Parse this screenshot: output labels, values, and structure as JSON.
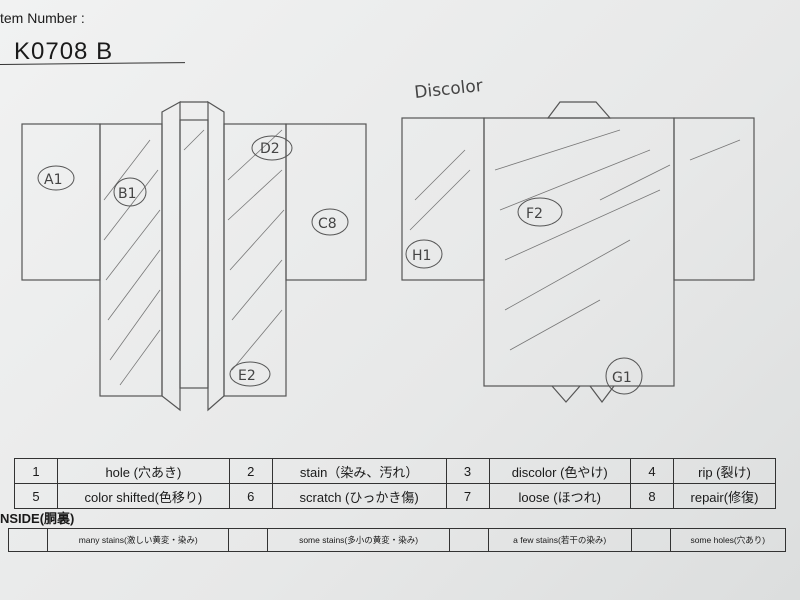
{
  "header": {
    "item_number_label": "tem Number :",
    "item_number_value": "K0708   B"
  },
  "annotations": {
    "discolor_note": "Discolor",
    "front": {
      "a1": "A1",
      "b1": "B1",
      "d2": "D2",
      "c8": "C8",
      "e2": "E2"
    },
    "back": {
      "h1": "H1",
      "f2": "F2",
      "g1": "G1"
    }
  },
  "legend": {
    "rows": [
      [
        {
          "num": "1",
          "label": "hole (穴あき)"
        },
        {
          "num": "2",
          "label": "stain（染み、汚れ）"
        },
        {
          "num": "3",
          "label": "discolor (色やけ)"
        },
        {
          "num": "4",
          "label": "rip (裂け)"
        }
      ],
      [
        {
          "num": "5",
          "label": "color shifted(色移り)"
        },
        {
          "num": "6",
          "label": "scratch (ひっかき傷)"
        },
        {
          "num": "7",
          "label": "loose (ほつれ)"
        },
        {
          "num": "8",
          "label": "repair(修復)"
        }
      ]
    ]
  },
  "inside": {
    "label": "NSIDE(胴裏)",
    "items": [
      "many stains(激しい黄変・染み)",
      "some stains(多小の黄変・染み)",
      "a few stains(若干の染み)",
      "some holes(穴あり)"
    ]
  }
}
